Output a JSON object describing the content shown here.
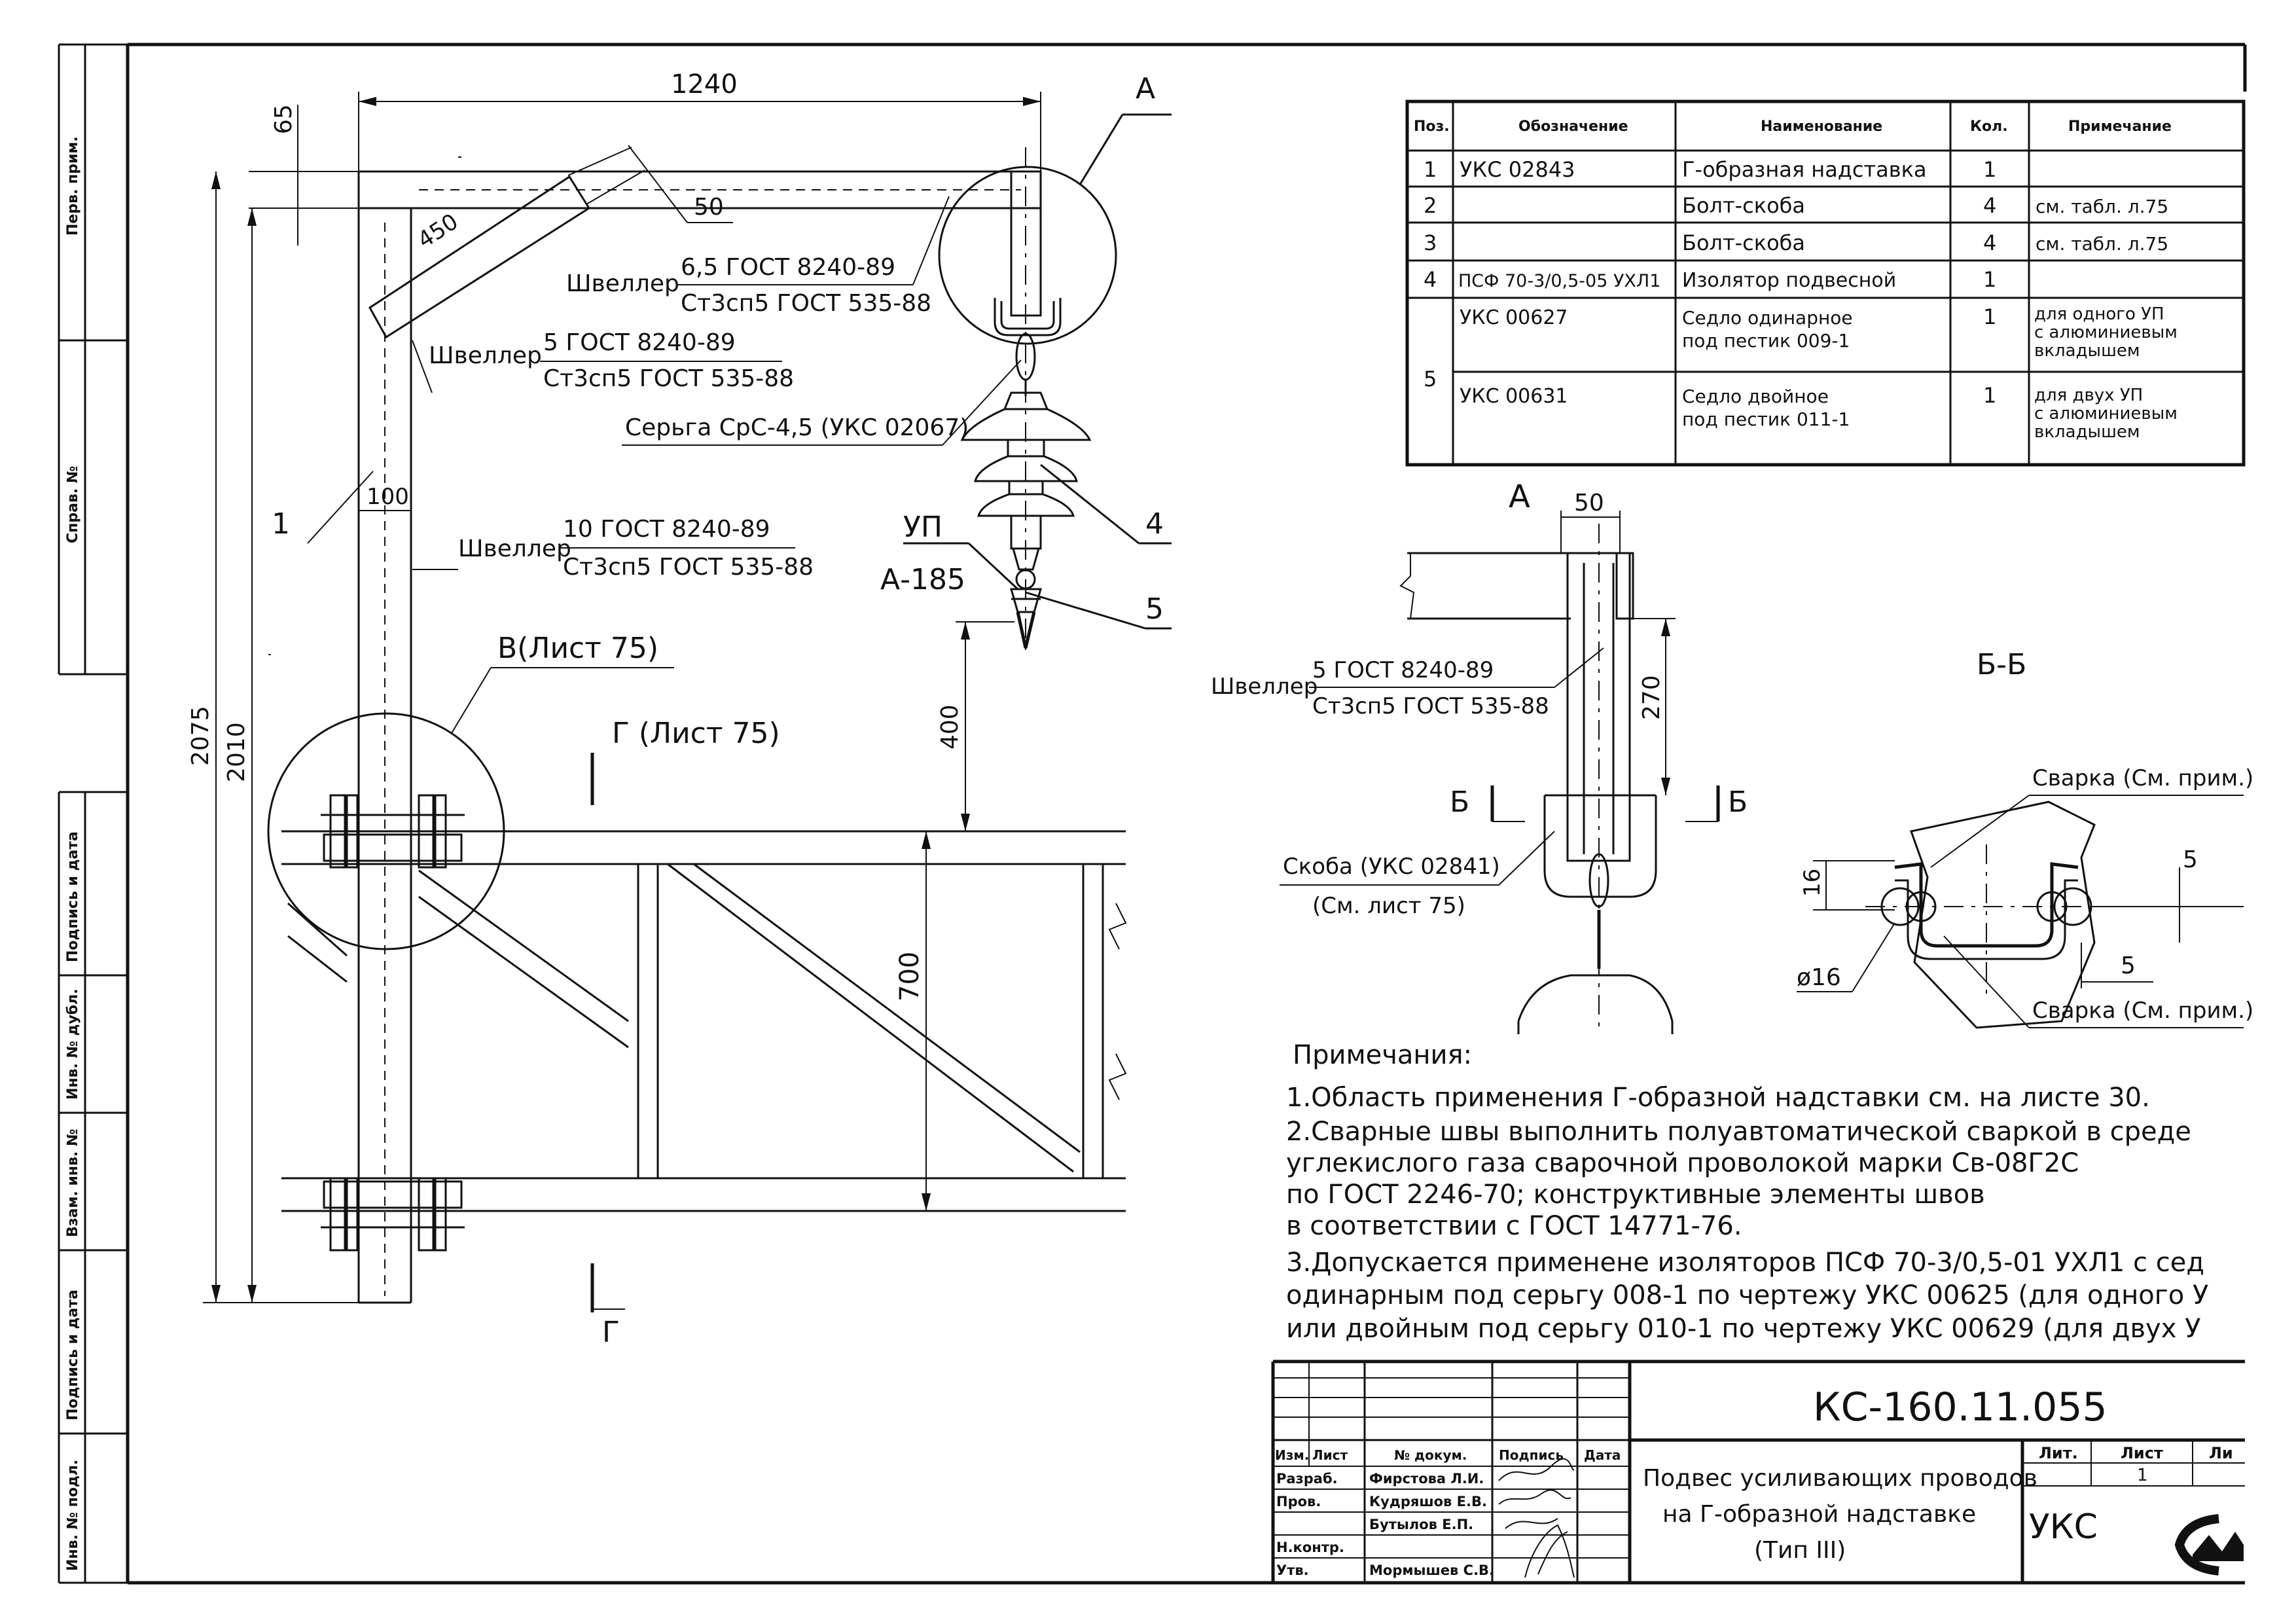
{
  "frame": {
    "side_labels": [
      "Перв. прим.",
      "Справ. №",
      "Подпись и дата",
      "Инв. № дубл.",
      "Взам. инв. №",
      "Подпись и дата",
      "Инв. № подл."
    ]
  },
  "main_view": {
    "dim_top": "1240",
    "dim_65": "65",
    "dim_450": "450",
    "dim_50": "50",
    "dim_100": "100",
    "dim_2075": "2075",
    "dim_2010": "2010",
    "dim_400": "400",
    "dim_700": "700",
    "label_A": "А",
    "channel_1": {
      "prefix": "Швеллер",
      "num": "6,5 ГОСТ 8240-89",
      "den": "Ст3сп5 ГОСТ 535-88"
    },
    "channel_2": {
      "prefix": "Швеллер",
      "num": "5 ГОСТ 8240-89",
      "den": "Ст3сп5 ГОСТ 535-88"
    },
    "channel_3": {
      "prefix": "Швеллер",
      "num": "10 ГОСТ 8240-89",
      "den": "Ст3сп5 ГОСТ 535-88"
    },
    "shackle": "Серьга СрС-4,5 (УКС 02067)",
    "pos_1": "1",
    "pos_4": "4",
    "pos_5": "5",
    "up": "УП",
    "wire": "А-185",
    "ref_B": "В(Лист 75)",
    "ref_G": "Г (Лист 75)",
    "cut_G": "Г"
  },
  "spec_table": {
    "headers": [
      "Поз.",
      "Обозначение",
      "Наименование",
      "Кол.",
      "Примечание"
    ],
    "rows": [
      {
        "pos": "1",
        "code": "УКС 02843",
        "name": "Г-образная надставка",
        "qty": "1",
        "note": ""
      },
      {
        "pos": "2",
        "code": "",
        "name": "Болт-скоба",
        "qty": "4",
        "note": "см. табл. л.75"
      },
      {
        "pos": "3",
        "code": "",
        "name": "Болт-скоба",
        "qty": "4",
        "note": "см. табл. л.75"
      },
      {
        "pos": "4",
        "code": "ПСФ 70-3/0,5-05 УХЛ1",
        "name": "Изолятор подвесной",
        "qty": "1",
        "note": ""
      },
      {
        "pos": "5",
        "code": "УКС 00627",
        "name1": "Седло одинарное",
        "name2": "под пестик 009-1",
        "qty": "1",
        "note1": "для одного УП",
        "note2": "с алюминиевым",
        "note3": "вкладышем"
      },
      {
        "pos": "",
        "code": "УКС 00631",
        "name1": "Седло двойное",
        "name2": "под пестик 011-1",
        "qty": "1",
        "note1": "для двух УП",
        "note2": "с алюминиевым",
        "note3": "вкладышем"
      }
    ]
  },
  "view_A": {
    "title": "А",
    "dim_50": "50",
    "dim_270": "270",
    "channel": {
      "prefix": "Швеллер",
      "num": "5 ГОСТ 8240-89",
      "den": "Ст3сп5 ГОСТ 535-88"
    },
    "cut_left": "Б",
    "cut_right": "Б",
    "bracket_1": "Скоба (УКС 02841)",
    "bracket_2": "(См. лист 75)"
  },
  "section_BB": {
    "title": "Б-Б",
    "weld_top": "Сварка (См. прим.)",
    "weld_bottom": "Сварка (См. прим.)",
    "dim_16": "16",
    "dim_5a": "5",
    "dim_5b": "5",
    "dia": "ø16"
  },
  "notes": {
    "title": "Примечания:",
    "lines": [
      "1.Область применения Г-образной надставки см. на листе 30.",
      "2.Сварные швы выполнить полуавтоматической сваркой в среде",
      "углекислого газа сварочной проволокой марки Св-08Г2С",
      "по ГОСТ 2246-70; конструктивные элементы швов",
      "в соответствии с ГОСТ 14771-76.",
      "3.Допускается применене изоляторов ПСФ 70-3/0,5-01 УХЛ1 с сед",
      "одинарным под серьгу 008-1 по чертежу УКС 00625 (для одного У",
      "или двойным под серьгу 010-1 по чертежу УКС 00629 (для двух У"
    ]
  },
  "title_block": {
    "doc_number": "КС-160.11.055",
    "col_headers": [
      "Изм.",
      "Лист",
      "№ докум.",
      "Подпись",
      "Дата"
    ],
    "roles": [
      "Разраб.",
      "Пров.",
      "",
      "Н.контр.",
      "Утв."
    ],
    "names": [
      "Фирстова Л.И.",
      "Кудряшов Е.В.",
      "Бутылов Е.П.",
      "",
      "Мормышев С.В."
    ],
    "title_lines": [
      "Подвес усиливающих проводов",
      "на Г-образной надставке",
      "(Тип III)"
    ],
    "lit_label": "Лит.",
    "sheet_label": "Лист",
    "sheets_label": "Ли",
    "sheet_value": "1",
    "org": "УКС"
  }
}
